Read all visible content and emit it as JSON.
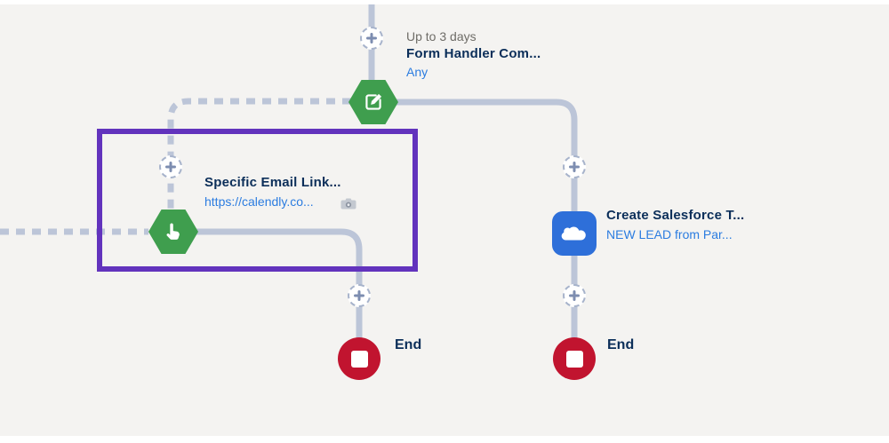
{
  "diagram": {
    "steps": {
      "form_handler": {
        "wait": "Up to 3 days",
        "title": "Form Handler Com...",
        "condition": "Any"
      },
      "email_link": {
        "title": "Specific Email Link...",
        "url": "https://calendly.co..."
      },
      "salesforce_task": {
        "title": "Create Salesforce T...",
        "subtitle": "NEW LEAD from Par..."
      },
      "end_left": {
        "label": "End"
      },
      "end_right": {
        "label": "End"
      }
    },
    "colors": {
      "canvas_bg": "#f4f3f1",
      "connector": "#bcc5d8",
      "trigger_green": "#3f9e4e",
      "action_blue": "#2e6fd9",
      "end_red": "#c1142f",
      "selection_purple": "#6233bd",
      "title_navy": "#0b2e59",
      "link_blue": "#2b7ce0",
      "muted_gray": "#6e6c67"
    }
  }
}
